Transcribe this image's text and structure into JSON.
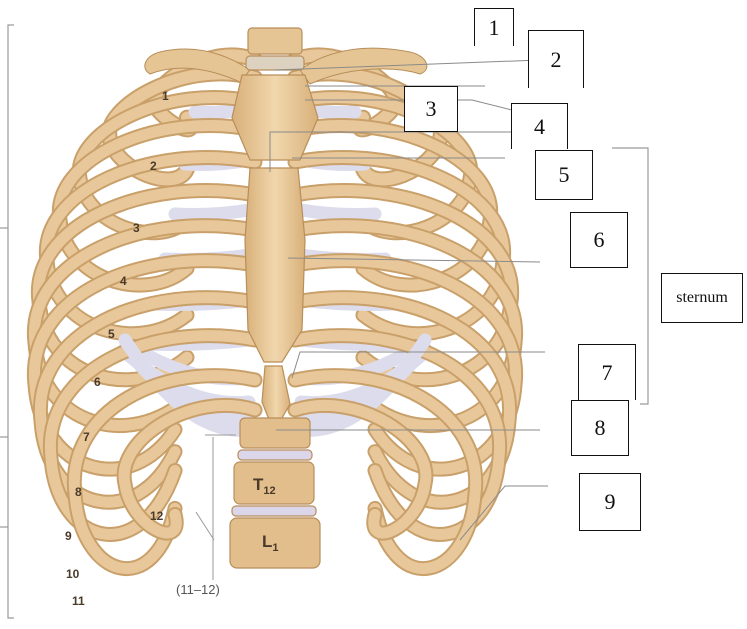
{
  "diagram": {
    "label_boxes": [
      {
        "id": "1",
        "text": "1"
      },
      {
        "id": "2",
        "text": "2"
      },
      {
        "id": "3",
        "text": "3"
      },
      {
        "id": "4",
        "text": "4"
      },
      {
        "id": "5",
        "text": "5"
      },
      {
        "id": "6",
        "text": "6"
      },
      {
        "id": "sternum",
        "text": "sternum"
      },
      {
        "id": "7",
        "text": "7"
      },
      {
        "id": "8",
        "text": "8"
      },
      {
        "id": "9",
        "text": "9"
      }
    ],
    "rib_numbers": [
      "1",
      "2",
      "3",
      "4",
      "5",
      "6",
      "7",
      "8",
      "9",
      "10",
      "11",
      "12"
    ],
    "vertebra_labels": {
      "t12": "T",
      "t12_sub": "12",
      "l1": "L",
      "l1_sub": "1"
    },
    "caption": "(11–12)",
    "colors": {
      "bone": "#e8c89a",
      "bone_dark": "#c9a06a",
      "cartilage": "#dcdcec",
      "leader": "#9a9a9a"
    }
  }
}
